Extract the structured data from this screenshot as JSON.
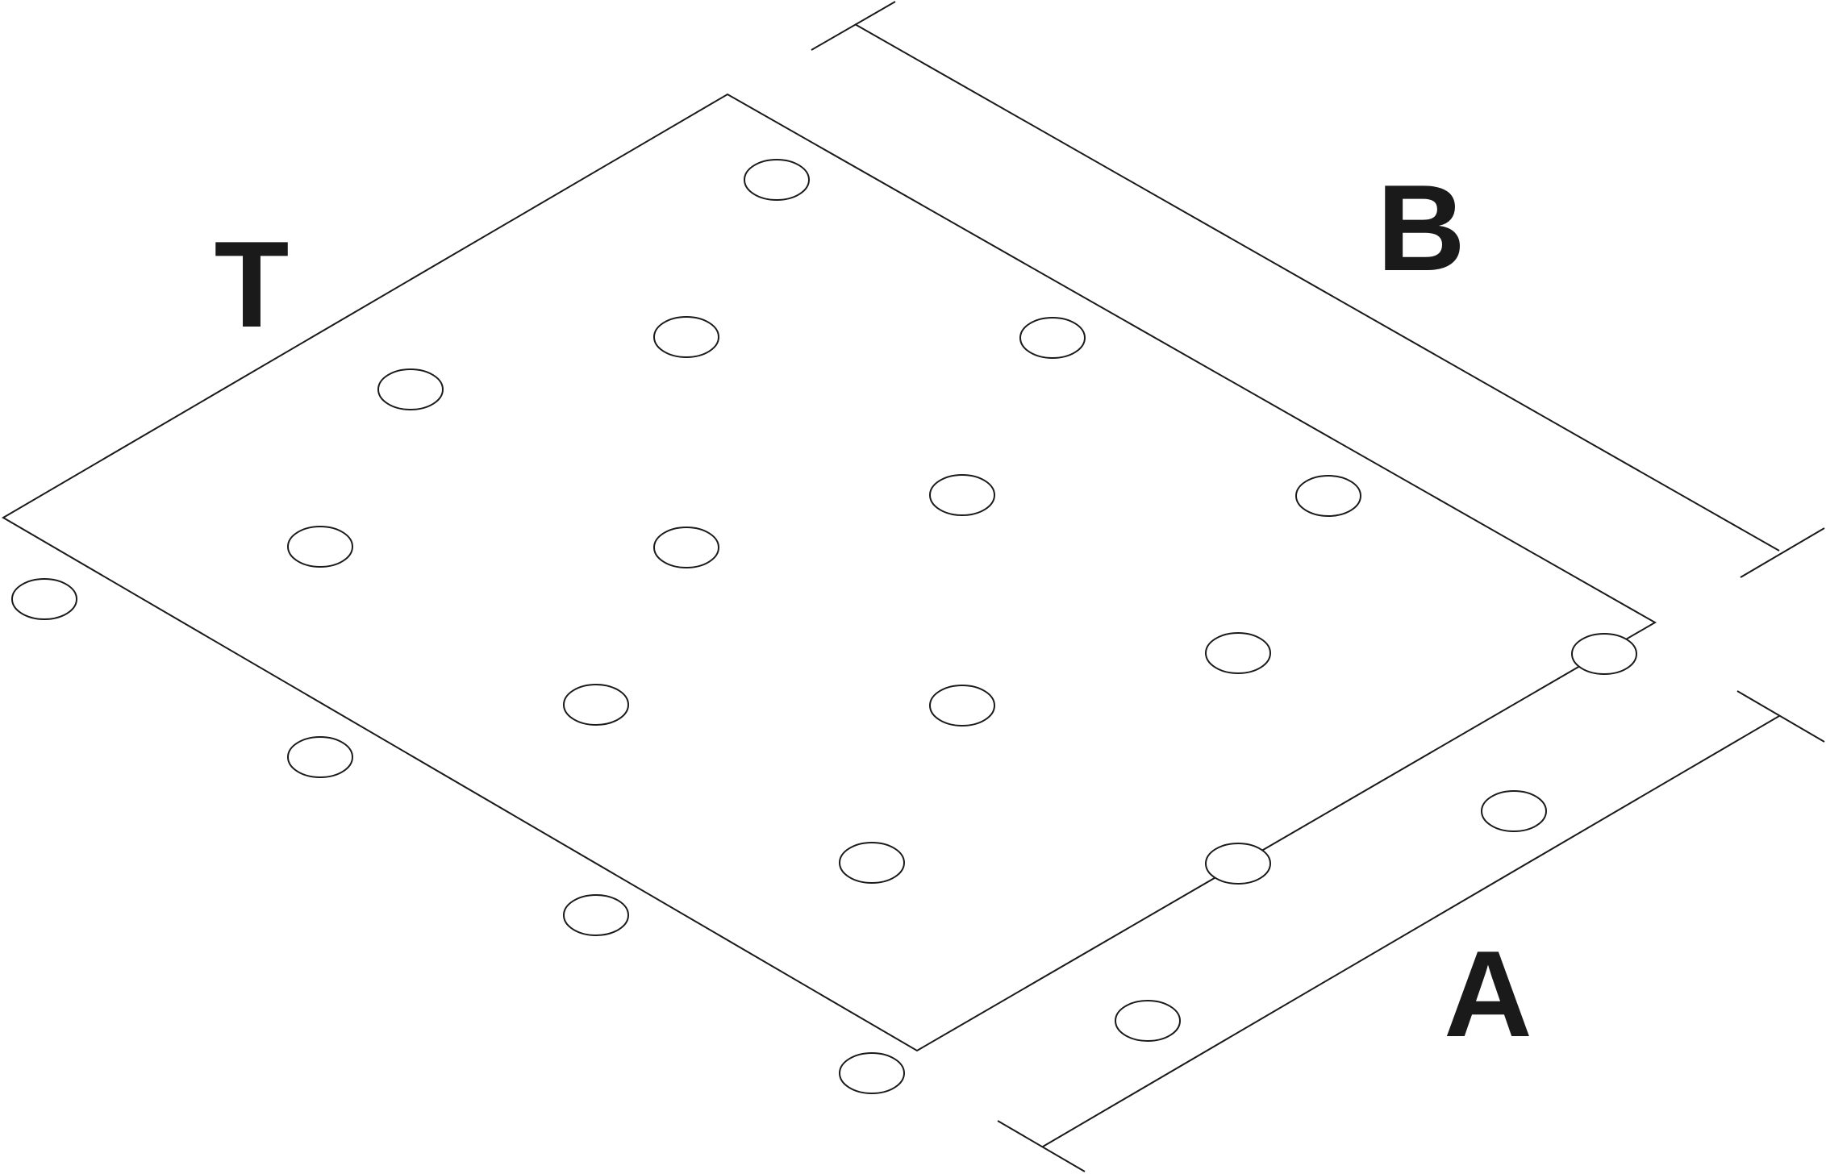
{
  "diagram": {
    "labels": {
      "thickness": "T",
      "width": "B",
      "length": "A"
    },
    "hole_grid": {
      "rows": 5,
      "columns": 4,
      "stagger": "alternate"
    },
    "colors": {
      "line": "#1a1a1a",
      "background": "#ffffff"
    }
  }
}
